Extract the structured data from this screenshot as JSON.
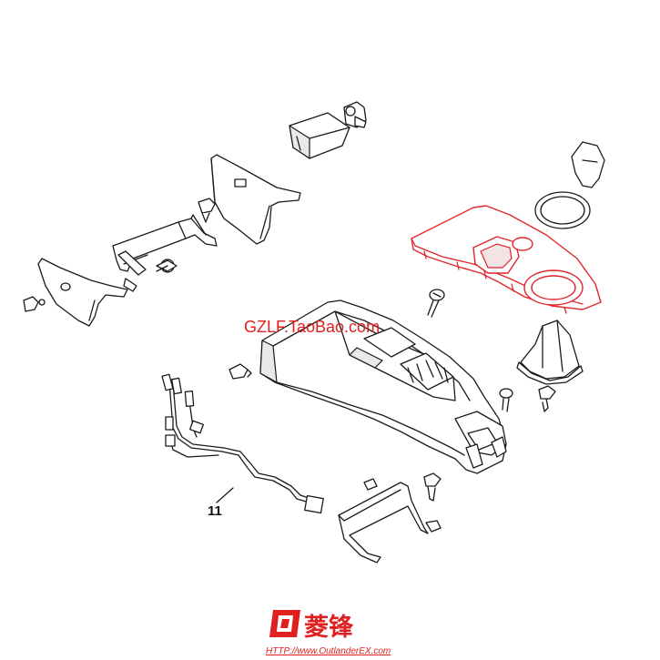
{
  "watermark": "GZLF.TaoBao.com",
  "callouts": [
    "11"
  ],
  "logo": {
    "text": "菱锋",
    "url": "HTTP://www.OutlanderEX.com"
  },
  "colors": {
    "highlight": "#e0262b",
    "line": "#1a1a1a",
    "logo": "#e02020"
  }
}
